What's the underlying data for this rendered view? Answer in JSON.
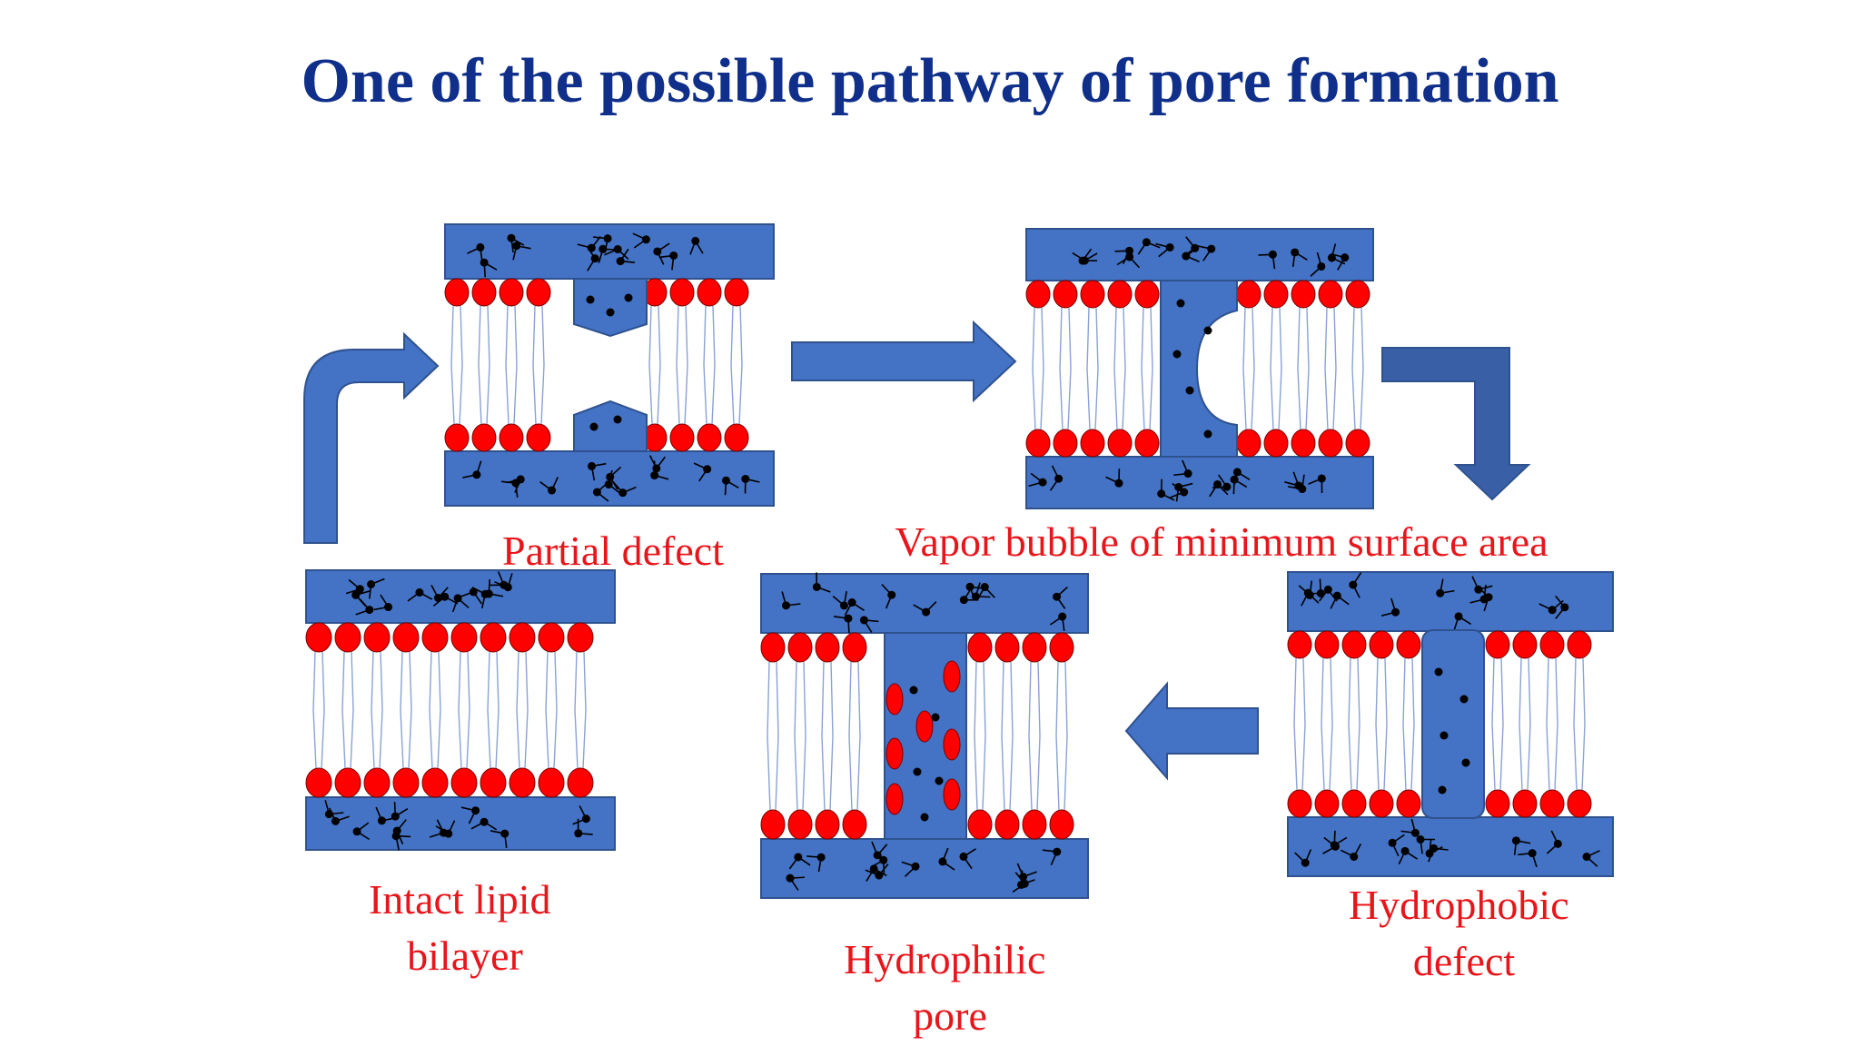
{
  "title": "One of the possible pathway of pore formation",
  "stages": [
    {
      "id": "intact",
      "label_lines": [
        "Intact lipid",
        "bilayer"
      ]
    },
    {
      "id": "partial",
      "label_lines": [
        "Partial defect"
      ]
    },
    {
      "id": "vapor",
      "label_lines": [
        "Vapor bubble of minimum surface area"
      ]
    },
    {
      "id": "hydrophobic",
      "label_lines": [
        "Hydrophobic",
        "defect"
      ]
    },
    {
      "id": "hydrophilic",
      "label_lines": [
        "Hydrophilic",
        "pore"
      ]
    }
  ],
  "colors": {
    "title": "#0f2f8a",
    "water": "#4472c4",
    "water_edge": "#2f528f",
    "head": "#ff0000",
    "tail": "#8aa2d6",
    "molecule": "#000000",
    "label": "#e8151b",
    "arrow": "#4472c4"
  }
}
